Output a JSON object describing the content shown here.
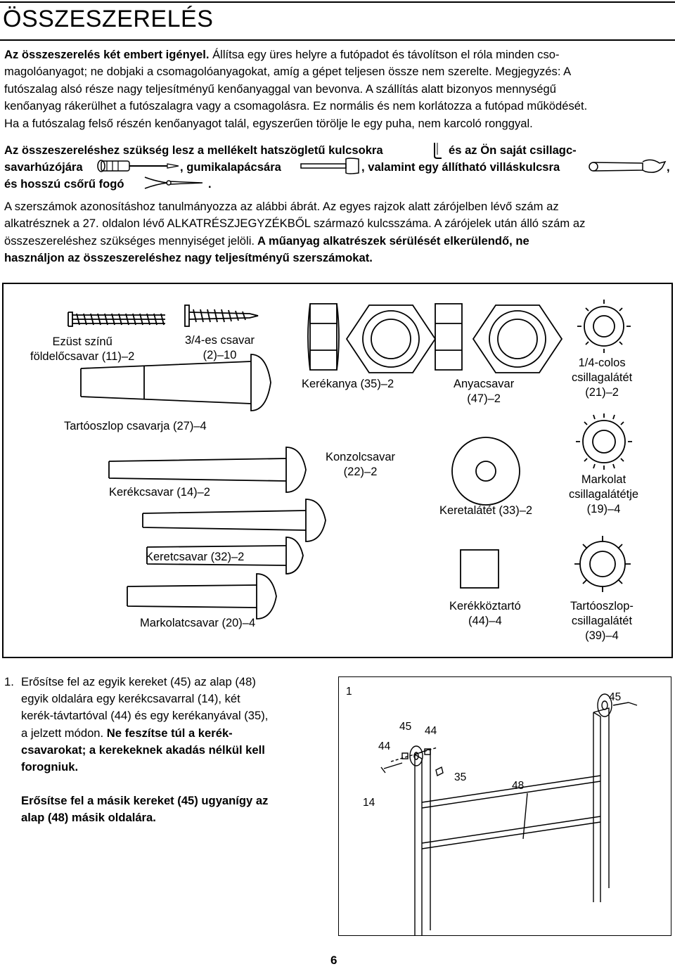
{
  "header": {
    "title": "ÖSSZESZERELÉS"
  },
  "intro": {
    "lead_bold": "Az összeszerelés két embert igényel.",
    "lines": [
      " Állítsa egy üres helyre a futópadot és távolítson el róla minden cso-",
      "magolóanyagot; ne dobjaki a csomagolóanyagokat, amíg a gépet teljesen össze nem szerelte. Megjegyzés: A",
      "futószalag alsó része nagy teljesítményű kenőanyaggal van bevonva. A szállítás alatt bizonyos mennységű",
      "kenőanyag rákerülhet a futószalagra vagy a csomagolásra. Ez normális és nem korlátozza a futópad működését.",
      "Ha a futószalag felső részén kenőanyagot talál, egyszerűen törölje le egy puha, nem karcoló ronggyal."
    ]
  },
  "tools": {
    "line1a": "Az összeszereléshez szükség lesz a mellékelt hatszögletű kulcsokra",
    "line1b": "és az Ön saját csillagc-",
    "line2a": "savarhúzójára",
    "line2b": ", gumikalapácsára",
    "line2c": ", valamint egy állítható villáskulcsra",
    "line2d": ",",
    "line3a": "és hosszú csőrű fogó",
    "line3b": ".",
    "icons": [
      "hex-key-icon",
      "phillips-screwdriver-icon",
      "rubber-mallet-icon",
      "adjustable-wrench-icon",
      "needle-nose-pliers-icon"
    ]
  },
  "note": {
    "lines": [
      "A szerszámok azonosításhoz tanulmányozza az alábbi ábrát. Az egyes rajzok alatt zárójelben lévő szám az",
      "alkatrésznek a 27. oldalon lévő ALKATRÉSZJEGYZÉKBŐL származó kulcsszáma. A zárójelek után álló szám az",
      "összeszereléshez szükséges mennyiséget jelöli."
    ],
    "bold_1": " A műanyag alkatrészek sérülését elkerülendő, ne",
    "bold_2": "használjon az összeszereléshez nagy teljesítményű szerszámokat."
  },
  "parts": {
    "ground_screw": [
      "Ezüst színű",
      "földelőcsavar (11)–2"
    ],
    "screw_34": [
      "3/4-es csavar",
      "(2)–10"
    ],
    "wheel_nut": "Kerékanya (35)–2",
    "nut": [
      "Anyacsavar",
      "(47)–2"
    ],
    "star_washer_14": [
      "1/4-colos",
      "csillagalátét",
      "(21)–2"
    ],
    "upright_bolt": "Tartóoszlop csavarja (27)–4",
    "bracket_bolt": [
      "Konzolcsavar",
      "(22)–2"
    ],
    "wheel_bolt": "Kerékcsavar (14)–2",
    "frame_washer": "Keretalátét (33)–2",
    "handle_star_washer": [
      "Markolat",
      "csillagalátétje",
      "(19)–4"
    ],
    "frame_bolt": "Keretcsavar (32)–2",
    "handle_bolt": "Markolatcsavar (20)–4",
    "wheel_spacer": [
      "Kerékköztartó",
      "(44)–4"
    ],
    "upright_star_washer": [
      "Tartóoszlop-",
      "csillagalátét",
      "(39)–4"
    ]
  },
  "step1": {
    "number": "1.",
    "text_lines": [
      "Erősítse fel az egyik kereket (45) az alap (48)",
      "egyik oldalára egy kerékcsavarral (14), két",
      "kerék-távtartóval (44) és egy kerékanyával (35),",
      "a jelzett módon."
    ],
    "bold_inline": " Ne feszítse túl a kerék-",
    "bold_lines": [
      "csavarokat; a kerekeknek akadás nélkül kell",
      "forogniuk."
    ],
    "bold_para": [
      "Erősítse fel a másik kereket (45) ugyanígy az",
      "alap (48) másik oldalára."
    ]
  },
  "assembly": {
    "step_label": "1",
    "callouts": {
      "wheel_top": "45",
      "wheel_mid": "45",
      "spacer_a": "44",
      "spacer_b": "44",
      "nut": "35",
      "base": "48",
      "bolt": "14"
    }
  },
  "footer": {
    "page_number": "6"
  }
}
